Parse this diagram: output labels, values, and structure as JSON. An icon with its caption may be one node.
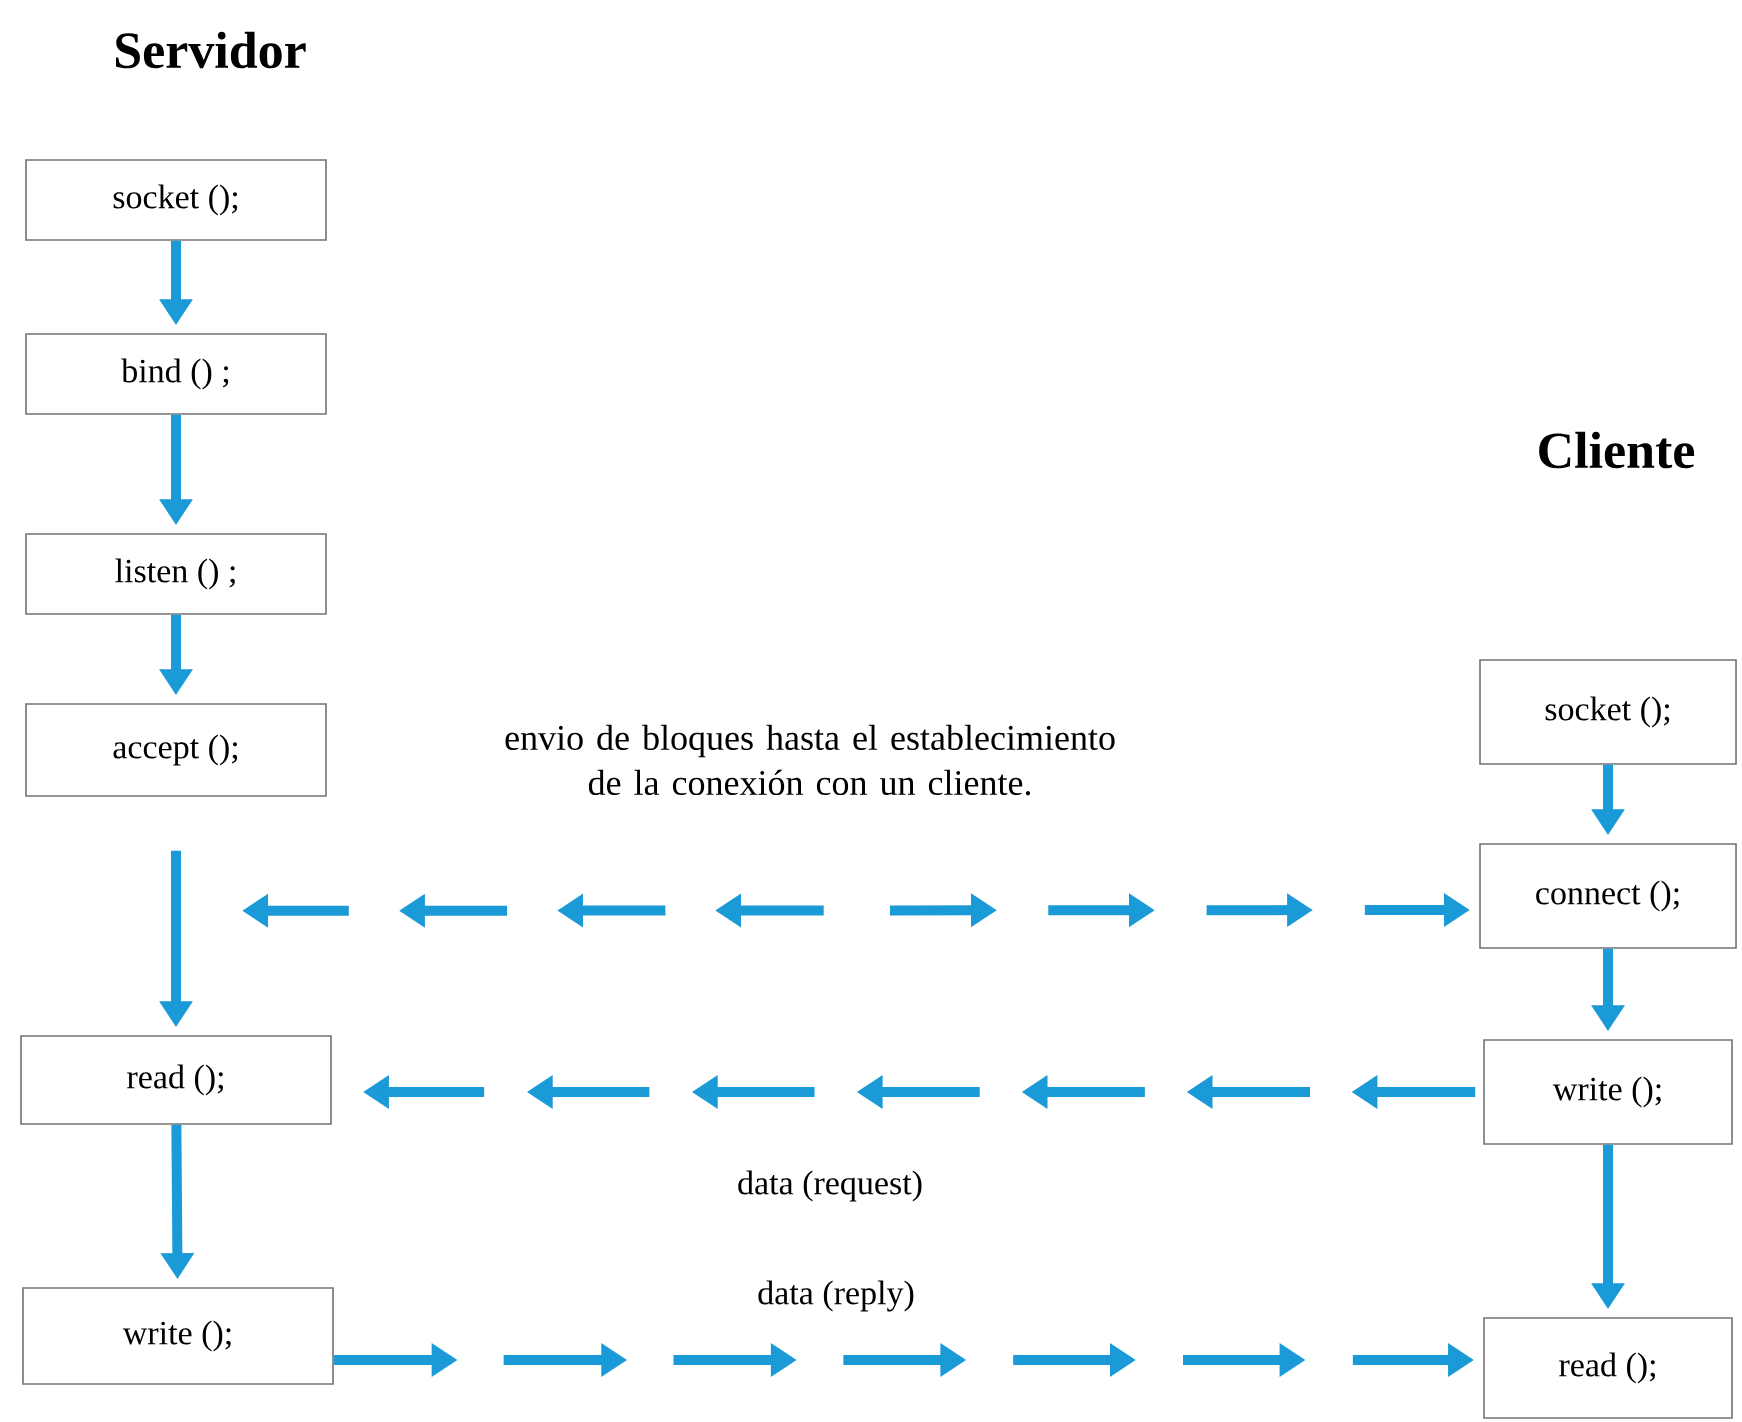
{
  "diagram": {
    "nodes": [
      {
        "text": [
          "socket ();"
        ]
      },
      {
        "text": [
          "bind () ;"
        ]
      },
      {
        "text": [
          "listen () ;"
        ]
      },
      {
        "text": [
          "accept ();"
        ]
      },
      {
        "text": [
          "read ();"
        ]
      },
      {
        "text": [
          "write ();"
        ]
      },
      {
        "text": [
          "socket ();"
        ]
      },
      {
        "text": [
          "connect ();"
        ]
      },
      {
        "text": [
          "write ();"
        ]
      },
      {
        "text": [
          "read ();"
        ]
      }
    ],
    "edges": [
      {
        "from": 0,
        "to": 1,
        "arrow": "to"
      },
      {
        "from": 1,
        "to": 2,
        "arrow": "to"
      },
      {
        "from": 2,
        "to": 3,
        "arrow": "to"
      },
      {
        "from": 3,
        "to": 4,
        "arrow": "to"
      },
      {
        "from": 4,
        "to": 5,
        "arrow": "to"
      },
      {
        "from": 6,
        "to": 7,
        "arrow": "to"
      },
      {
        "from": 7,
        "to": 8,
        "arrow": "to"
      },
      {
        "from": 8,
        "to": 9,
        "arrow": "to"
      },
      {
        "from": 3,
        "to": 7,
        "arrow": "both",
        "style": "dashed"
      },
      {
        "from": 8,
        "to": 4,
        "arrow": "to",
        "style": "dashed",
        "label": "data (request)"
      },
      {
        "from": 5,
        "to": 9,
        "arrow": "to",
        "style": "dashed",
        "label": "data (reply)"
      }
    ],
    "labels": [
      "Servidor",
      "Cliente",
      "envio de bloques hasta el establecimiento de la conexión con un cliente."
    ]
  }
}
